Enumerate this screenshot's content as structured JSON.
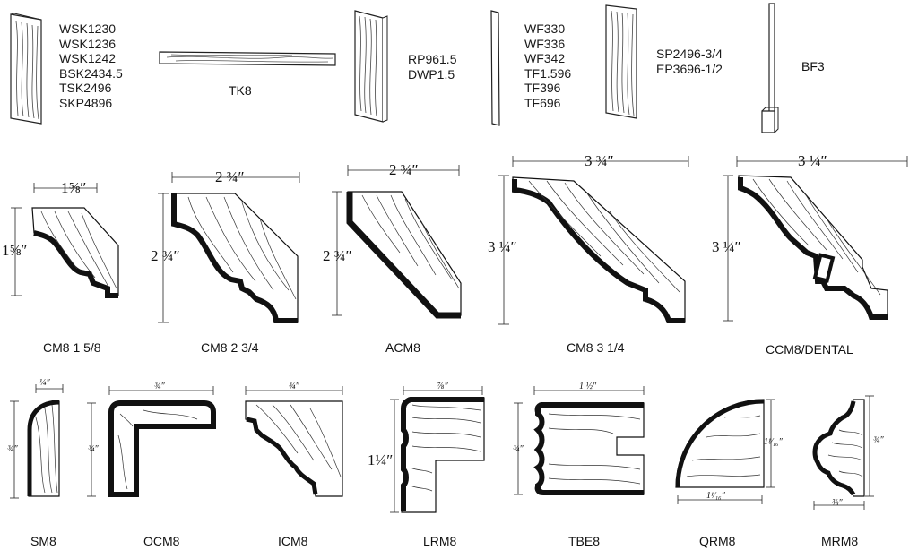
{
  "panel_groups": [
    {
      "codes": [
        "WSK1230",
        "WSK1236",
        "WSK1242",
        "BSK2434.5",
        "TSK2496",
        "SKP4896"
      ]
    },
    {
      "codes": [
        "TK8"
      ]
    },
    {
      "codes": [
        "RP961.5",
        "DWP1.5"
      ]
    },
    {
      "codes": [
        "WF330",
        "WF336",
        "WF342",
        "TF1.596",
        "TF396",
        "TF696"
      ]
    },
    {
      "codes": [
        "SP2496-3/4",
        "EP3696-1/2"
      ]
    },
    {
      "codes": [
        "BF3"
      ]
    }
  ],
  "crown_moldings": [
    {
      "name": "CM8 1 5/8",
      "width_dim": "1⅝″",
      "height_dim": "1⅝″"
    },
    {
      "name": "CM8 2 3/4",
      "width_dim": "2 ¾″",
      "height_dim": "2 ¾″"
    },
    {
      "name": "ACM8",
      "width_dim": "2 ¾″",
      "height_dim": "2 ¾″"
    },
    {
      "name": "CM8 3 1/4",
      "width_dim": "3 ¾″",
      "height_dim": "3 ¼″"
    },
    {
      "name": "CCM8/DENTAL",
      "width_dim": "3 ¼″",
      "height_dim": "3 ¼″"
    }
  ],
  "small_moldings": [
    {
      "name": "SM8",
      "width_dim": "¼″",
      "height_dim": "¾″"
    },
    {
      "name": "OCM8",
      "width_dim": "¾″",
      "height_dim": "¾″"
    },
    {
      "name": "ICM8",
      "width_dim": "¾″"
    },
    {
      "name": "LRM8",
      "width_dim": "⅞″",
      "height_dim": "1¼″"
    },
    {
      "name": "TBE8",
      "width_dim": "1 ½″",
      "height_dim": "¾″"
    },
    {
      "name": "QRM8",
      "width_dim": "1¹⁄₁₆″",
      "height_dim": "1¹⁄₁₆″"
    },
    {
      "name": "MRM8",
      "width_dim": "⅜″",
      "height_dim": "¾″"
    }
  ]
}
